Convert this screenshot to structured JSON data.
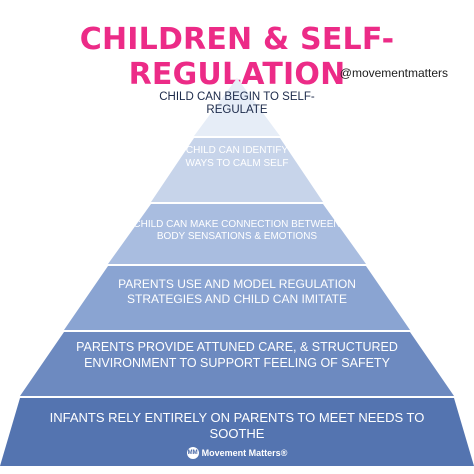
{
  "title": "CHILDREN & SELF-REGULATION",
  "handle": "@movementmatters",
  "levels": [
    {
      "text": "CHILD CAN BEGIN TO SELF-REGULATE",
      "color": "#e6edf7"
    },
    {
      "text": "CHILD CAN IDENTIFY WAYS TO CALM SELF",
      "color": "#c7d4ea"
    },
    {
      "text": "CHILD CAN MAKE CONNECTION BETWEEN BODY SENSATIONS & EMOTIONS",
      "color": "#a9bde0"
    },
    {
      "text": "PARENTS USE AND MODEL REGULATION STRATEGIES AND CHILD CAN IMITATE",
      "color": "#8aa4d2"
    },
    {
      "text": "PARENTS PROVIDE ATTUNED CARE, & STRUCTURED ENVIRONMENT TO SUPPORT FEELING OF SAFETY",
      "color": "#6d8ac0"
    },
    {
      "text": "INFANTS RELY ENTIRELY ON PARENTS TO MEET NEEDS TO SOOTHE",
      "color": "#5474b0"
    }
  ],
  "logo": {
    "mark": "MM",
    "text": "Movement Matters®"
  }
}
